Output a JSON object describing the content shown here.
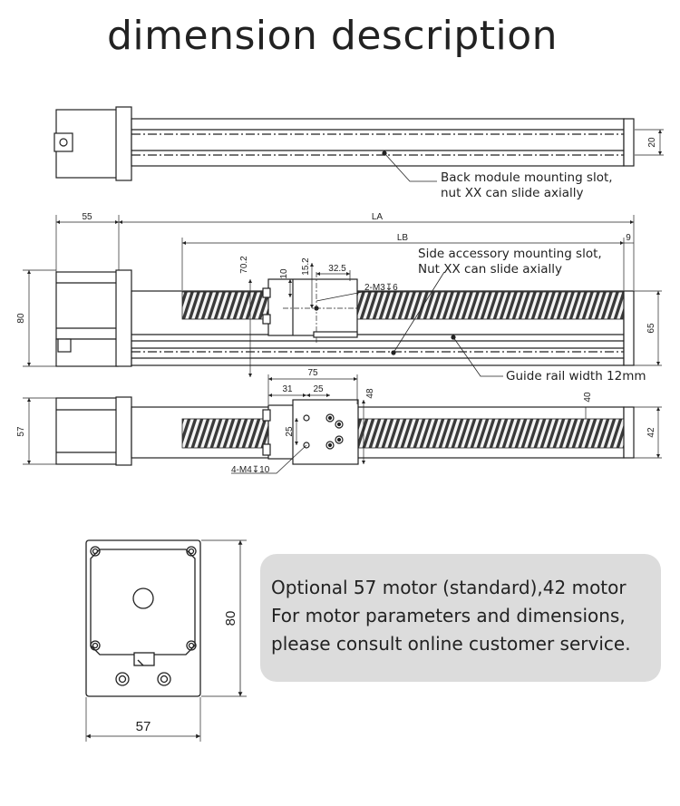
{
  "title": "dimension description",
  "dims": {
    "d20": "20",
    "d55": "55",
    "la": "LA",
    "lb": "LB",
    "d9": "9",
    "d70_2": "70.2",
    "d10": "10",
    "d15_2": "15.2",
    "d32_5": "32.5",
    "m3": "2-M3↧6",
    "d80": "80",
    "d65": "65",
    "d75": "75",
    "d31": "31",
    "d25a": "25",
    "d48": "48",
    "d40": "40",
    "d57": "57",
    "d42": "42",
    "d25b": "25",
    "m4": "4-M4↧10",
    "motor80": "80",
    "motor57": "57"
  },
  "callouts": {
    "back_slot_line1": "Back module mounting slot,",
    "back_slot_line2": "nut XX can slide axially",
    "side_slot_line1": "Side accessory mounting slot,",
    "side_slot_line2": "Nut XX can slide axially",
    "guide_rail": "Guide rail width 12mm"
  },
  "note": {
    "line1": "Optional 57 motor (standard),42 motor",
    "line2": "For motor parameters and dimensions,",
    "line3": "please consult online customer service."
  }
}
